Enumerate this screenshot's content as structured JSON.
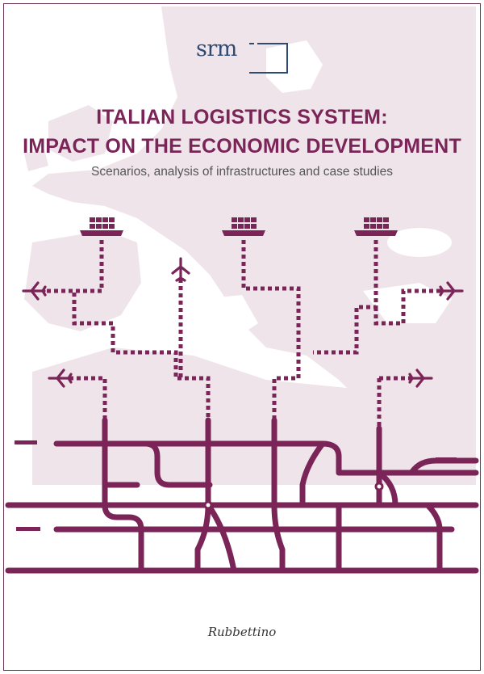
{
  "logo": {
    "text": "srm"
  },
  "title": {
    "line1": "ITALIAN LOGISTICS SYSTEM:",
    "line2": "IMPACT ON THE ECONOMIC DEVELOPMENT"
  },
  "subtitle": "Scenarios, analysis of infrastructures and case studies",
  "publisher": "Rubbettino",
  "colors": {
    "accent": "#7a2457",
    "map": "#efe4ea",
    "logo": "#2e4a72"
  },
  "icons": [
    "cargo-ship-icon",
    "airplane-icon",
    "road-network"
  ]
}
